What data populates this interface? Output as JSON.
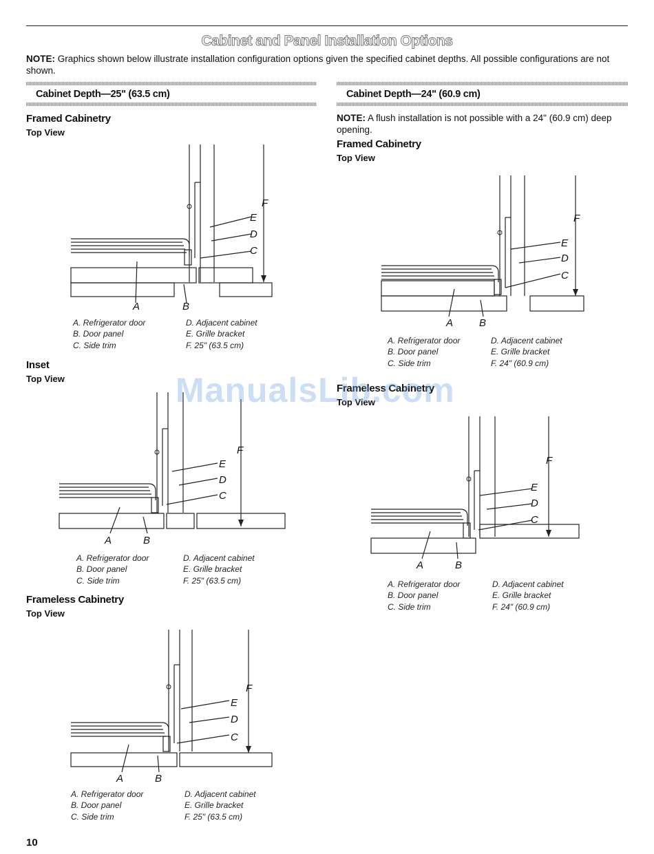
{
  "page_title": "Cabinet and Panel Installation Options",
  "note": {
    "label": "NOTE:",
    "text": " Graphics shown below illustrate installation configuration options given the specified cabinet depths. All possible configurations are not shown."
  },
  "left_section": {
    "heading": "Cabinet Depth—25\" (63.5 cm)",
    "framed": {
      "title": "Framed Cabinetry",
      "view": "Top View",
      "labels": {
        "a": "A",
        "b": "B",
        "c": "C",
        "d": "D",
        "e": "E",
        "f": "F"
      },
      "legend": [
        "A. Refrigerator door",
        "B. Door panel",
        "C. Side trim",
        "D. Adjacent cabinet",
        "E. Grille bracket",
        "F. 25\" (63.5 cm)"
      ]
    },
    "inset": {
      "title": "Inset",
      "view": "Top View",
      "labels": {
        "a": "A",
        "b": "B",
        "c": "C",
        "d": "D",
        "e": "E",
        "f": "F"
      },
      "legend": [
        "A. Refrigerator door",
        "B. Door panel",
        "C. Side trim",
        "D. Adjacent cabinet",
        "E. Grille bracket",
        "F. 25\" (63.5 cm)"
      ]
    },
    "frameless": {
      "title": "Frameless Cabinetry",
      "view": "Top View",
      "labels": {
        "a": "A",
        "b": "B",
        "c": "C",
        "d": "D",
        "e": "E",
        "f": "F"
      },
      "legend": [
        "A. Refrigerator door",
        "B. Door panel",
        "C. Side trim",
        "D. Adjacent cabinet",
        "E. Grille bracket",
        "F. 25\" (63.5 cm)"
      ]
    }
  },
  "right_section": {
    "heading": "Cabinet Depth—24\" (60.9 cm)",
    "note_label": "NOTE:",
    "note_text": " A flush installation is not possible with a 24\" (60.9 cm) deep opening.",
    "framed": {
      "title": "Framed Cabinetry",
      "view": "Top View",
      "labels": {
        "a": "A",
        "b": "B",
        "c": "C",
        "d": "D",
        "e": "E",
        "f": "F"
      },
      "legend": [
        "A. Refrigerator door",
        "B. Door panel",
        "C. Side trim",
        "D. Adjacent cabinet",
        "E. Grille bracket",
        "F. 24\" (60.9 cm)"
      ]
    },
    "frameless": {
      "title": "Frameless Cabinetry",
      "view": "Top View",
      "labels": {
        "a": "A",
        "b": "B",
        "c": "C",
        "d": "D",
        "e": "E",
        "f": "F"
      },
      "legend": [
        "A. Refrigerator door",
        "B. Door panel",
        "C. Side trim",
        "D. Adjacent cabinet",
        "E. Grille bracket",
        "F. 24\" (60.9 cm)"
      ]
    }
  },
  "watermark": "ManualsLib.com",
  "page_number": "10"
}
